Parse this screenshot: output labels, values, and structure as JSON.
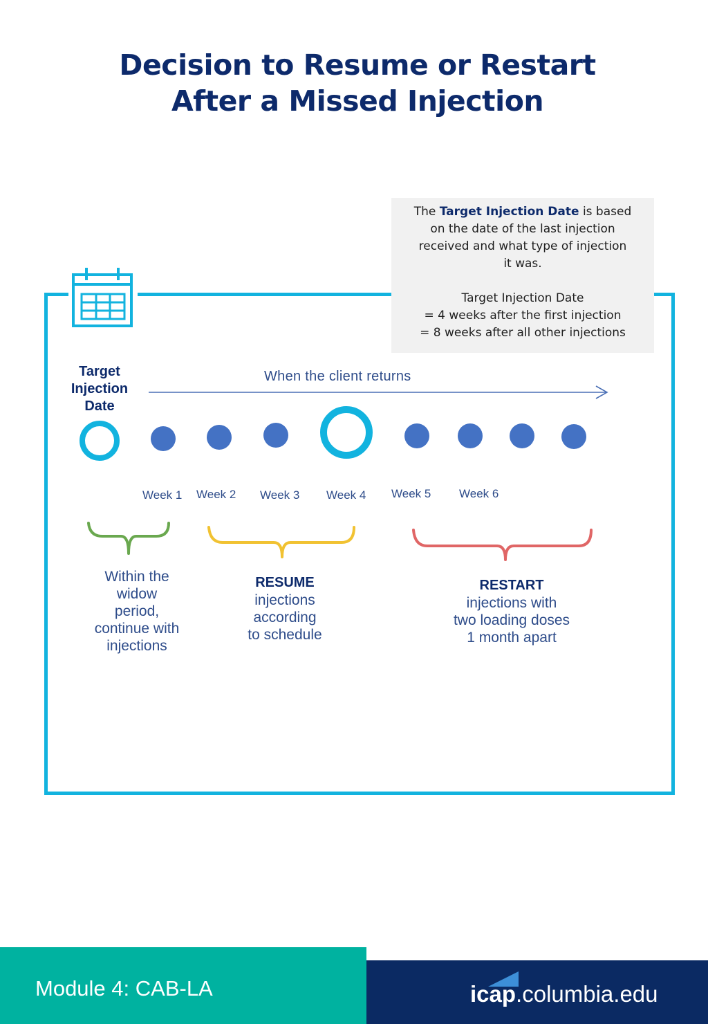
{
  "title": {
    "line1": "Decision to Resume or Restart",
    "line2": "After a Missed Injection"
  },
  "info_box": {
    "prefix": "The ",
    "highlight": "Target Injection Date",
    "line1_rest": " is based",
    "line2": "on the date of the last injection",
    "line3": "received and what type of injection",
    "line4": "it was.",
    "rule_title": "Target Injection Date",
    "rule_first": "= 4 weeks after the first injection",
    "rule_other": "= 8 weeks after all other injections"
  },
  "timeline": {
    "start_label_1": "Target",
    "start_label_2": "Injection",
    "start_label_3": "Date",
    "arrow_label": "When the client returns",
    "weeks": [
      "Week 1",
      "Week 2",
      "Week 3",
      "Week 4",
      "Week 5",
      "Week 6"
    ]
  },
  "outcomes": {
    "window": [
      "Within the",
      "widow",
      "period,",
      "continue with",
      "injections"
    ],
    "resume": {
      "heading": "RESUME",
      "lines": [
        "injections",
        "according",
        "to schedule"
      ]
    },
    "restart": {
      "heading": "RESTART",
      "lines": [
        "injections with",
        "two loading doses",
        "1 month apart"
      ]
    }
  },
  "footer": {
    "module": "Module 4: CAB-LA",
    "brand_bold": "icap",
    "brand_rest": ".columbia.edu"
  },
  "colors": {
    "title": "#0d2a6b",
    "frame": "#12b3df",
    "dot": "#4472c4",
    "window_brace": "#6aa84f",
    "resume_brace": "#f1c232",
    "restart_brace": "#e06666",
    "footer_left": "#00b2a0",
    "footer_right": "#0b2a63"
  }
}
